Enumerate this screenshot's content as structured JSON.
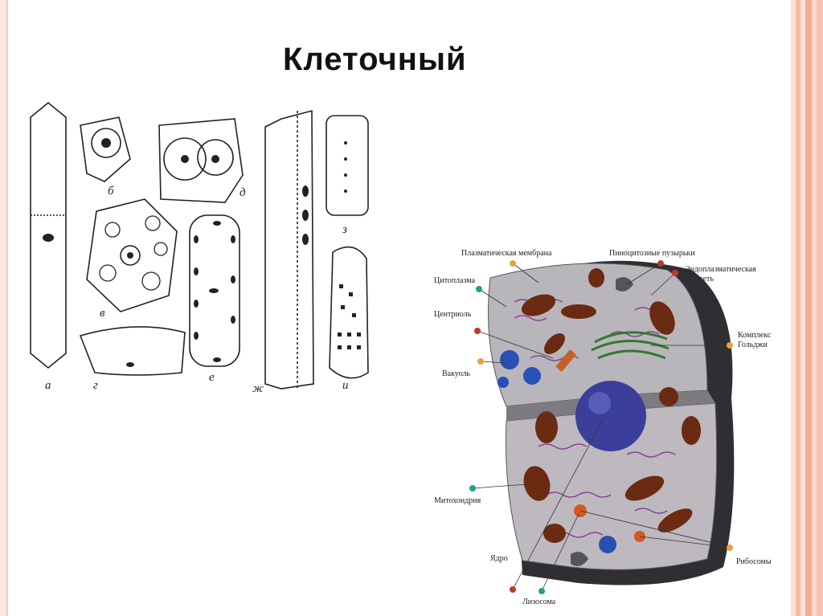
{
  "slide": {
    "title": "Клеточный"
  },
  "plant_cells_figure": {
    "letters": [
      "а",
      "б",
      "в",
      "г",
      "д",
      "е",
      "ж",
      "з",
      "и"
    ]
  },
  "animal_cell_figure": {
    "labels": {
      "plasma_membrane": "Плазматическая мембрана",
      "pinocytic_vesicles": "Пиноцитозные пузырьки",
      "er_line1": "Эндоплазматическая",
      "er_line2": "сеть",
      "cytoplasm": "Цитоплазма",
      "centriole": "Центриоль",
      "golgi_line1": "Комплекс",
      "golgi_line2": "Гольджи",
      "vacuole": "Вакуоль",
      "mitochondria": "Митохондрия",
      "nucleus": "Ядро",
      "ribosomes": "Рибосомы",
      "lysosome": "Лизосома"
    },
    "colors": {
      "cytoplasm": "#b9b6bb",
      "shadow": "#2f2f33",
      "mitochondria": "#6b2a12",
      "nucleus": "#3b3f9a",
      "er": "#8a3f9a",
      "golgi": "#2f7a2f",
      "vacuole": "#2a4fb5",
      "pin_orange": "#e8a23a",
      "pin_red": "#c0392b",
      "pin_teal": "#1fa08a"
    }
  }
}
